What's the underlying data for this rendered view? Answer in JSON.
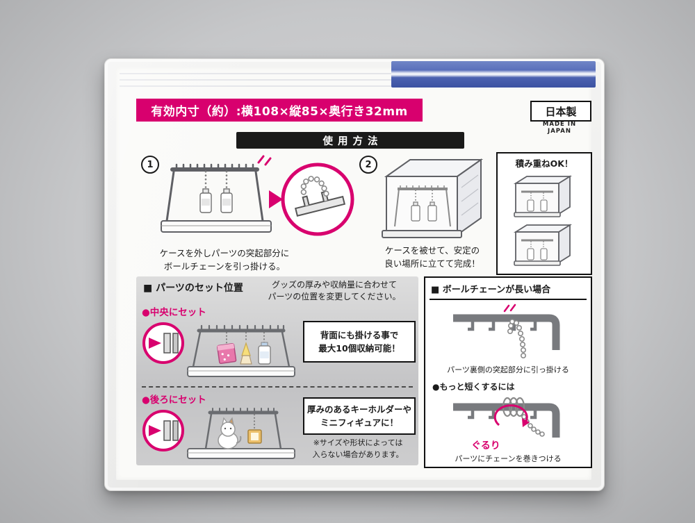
{
  "colors": {
    "accent_pink": "#d8006e",
    "banner_black": "#1a1a1a",
    "blue_strip": "#4a63b0"
  },
  "header": {
    "size_banner": "有効内寸（約）:横108×縦85×奥行き32mm",
    "origin": "日本製",
    "origin_sub": "MADE IN JAPAN",
    "usage_title": "使用方法"
  },
  "steps": {
    "one": {
      "num": "1",
      "line1": "ケースを外しパーツの突起部分に",
      "line2": "ボールチェーンを引っ掛ける。"
    },
    "two": {
      "num": "2",
      "line1": "ケースを被せて、安定の",
      "line2": "良い場所に立てて完成！"
    }
  },
  "stacking": {
    "title": "積み重ねOK！"
  },
  "set_position": {
    "title": "■ パーツのセット位置",
    "intro1": "グッズの厚みや収納量に合わせて",
    "intro2": "パーツの位置を変更してください。",
    "center_label": "●中央にセット",
    "center_note1": "背面にも掛ける事で",
    "center_note2": "最大10個収納可能！",
    "back_label": "●後ろにセット",
    "back_note1": "厚みのあるキーホルダーや",
    "back_note2": "ミニフィギュアに！",
    "warn1": "※サイズや形状によっては",
    "warn2": "入らない場合があります。"
  },
  "long_chain": {
    "title": "■ ボールチェーンが長い場合",
    "caption1": "パーツ裏側の突起部分に引っ掛ける",
    "shorter_label": "●もっと短くするには",
    "gururi": "ぐるり",
    "caption2": "パーツにチェーンを巻きつける"
  }
}
